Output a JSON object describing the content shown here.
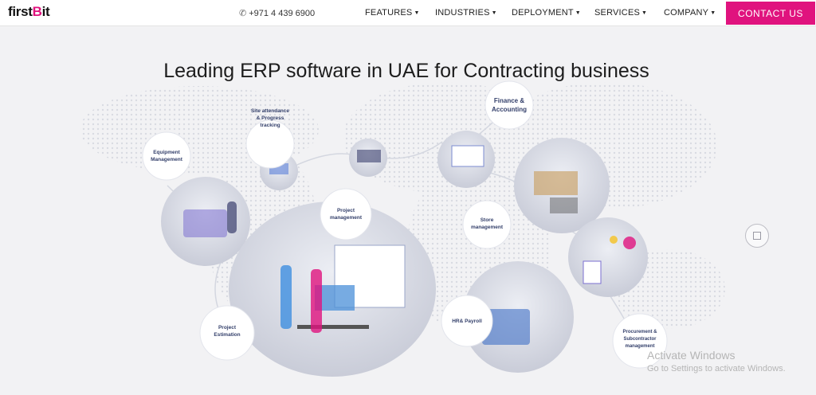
{
  "nav": {
    "logo_text": "first",
    "logo_dot": "B",
    "logo_tail": "it",
    "phone": "+971 4 439 6900",
    "menu": [
      {
        "label": "FEATURES"
      },
      {
        "label": "INDUSTRIES"
      },
      {
        "label": "DEPLOYMENT"
      },
      {
        "label": "SERVICES"
      },
      {
        "label": "COMPANY"
      }
    ],
    "contact_label": "CONTACT US"
  },
  "hero": {
    "title": "Leading ERP software in UAE for Contracting business",
    "features": [
      {
        "id": "site-attendance",
        "lines": [
          "Site attendance",
          "& Progress",
          "tracking"
        ]
      },
      {
        "id": "finance",
        "lines": [
          "Finance &",
          "Accounting"
        ]
      },
      {
        "id": "equipment",
        "lines": [
          "Equipment",
          "Management"
        ]
      },
      {
        "id": "project-management",
        "lines": [
          "Project",
          "management"
        ]
      },
      {
        "id": "store",
        "lines": [
          "Store",
          "management"
        ]
      },
      {
        "id": "project-estimation",
        "lines": [
          "Project",
          "Estimation"
        ]
      },
      {
        "id": "hr-payroll",
        "lines": [
          "HR& Payroll"
        ]
      },
      {
        "id": "procurement",
        "lines": [
          "Procurement &",
          "Subcontractor",
          "management"
        ]
      }
    ]
  },
  "watermark": {
    "line1": "Activate Windows",
    "line2": "Go to Settings to activate Windows."
  },
  "colors": {
    "accent": "#e0137e",
    "label": "#34406b",
    "bubble": "#e2e4ec"
  }
}
